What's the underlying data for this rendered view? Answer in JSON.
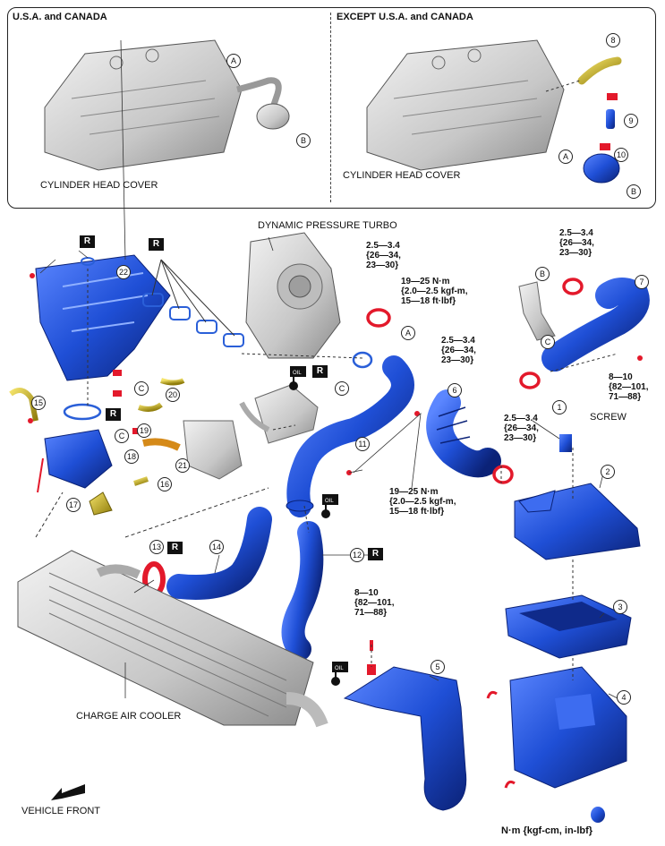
{
  "panels": {
    "left_title": "U.S.A. and CANADA",
    "right_title": "EXCEPT U.S.A. and CANADA",
    "cylinder_head_cover": "CYLINDER HEAD COVER"
  },
  "labels": {
    "dynamic_pressure_turbo": "DYNAMIC PRESSURE TURBO",
    "charge_air_cooler": "CHARGE AIR COOLER",
    "screw": "SCREW",
    "vehicle_front": "VEHICLE FRONT",
    "units": "N·m {kgf-cm, in-lbf}"
  },
  "letters": {
    "A": "A",
    "B": "B",
    "C": "C"
  },
  "replace_badge": "R",
  "torque": {
    "clamp_small": "2.5—3.4\n{26—34,\n23—30}",
    "clamp_large": "19—25 N·m\n{2.0—2.5 kgf-m,\n15—18 ft·lbf}",
    "bolt_small": "8—10\n{82—101,\n71—88}"
  },
  "part_numbers": [
    "1",
    "2",
    "3",
    "4",
    "5",
    "6",
    "7",
    "8",
    "9",
    "10",
    "11",
    "12",
    "13",
    "14",
    "15",
    "16",
    "17",
    "18",
    "19",
    "20",
    "21",
    "22"
  ],
  "colors": {
    "part_blue": "#1f4fd6",
    "part_blue_dark": "#0f2a8a",
    "clamp_red": "#e3192b",
    "hose_yellow": "#c9b21a",
    "gray_part": "#cfcfcf",
    "gray_dark": "#8a8a8a"
  },
  "icons": [
    "oil-can-icon",
    "vehicle-front-arrow-icon",
    "bolt-icon",
    "clamp-icon"
  ]
}
